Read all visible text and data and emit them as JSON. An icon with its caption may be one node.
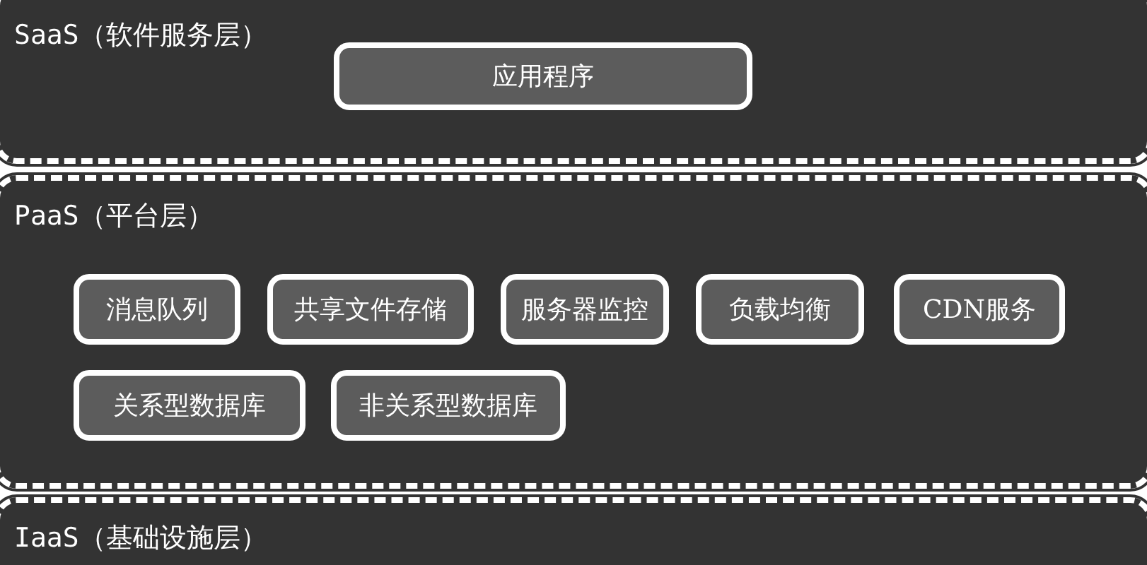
{
  "diagram": {
    "nodes": [
      {
        "text": [
          "SaaS（软件服务层）"
        ]
      },
      {
        "text": [
          "应用程序"
        ],
        "in": 0
      },
      {
        "text": [
          "PaaS（平台层）"
        ]
      },
      {
        "text": [
          "消息队列"
        ],
        "in": 2
      },
      {
        "text": [
          "共享文件存储"
        ],
        "in": 2
      },
      {
        "text": [
          "服务器监控"
        ],
        "in": 2
      },
      {
        "text": [
          "负载均衡"
        ],
        "in": 2
      },
      {
        "text": [
          "CDN服务"
        ],
        "in": 2
      },
      {
        "text": [
          "关系型数据库"
        ],
        "in": 2
      },
      {
        "text": [
          "非关系型数据库"
        ],
        "in": 2
      },
      {
        "text": [
          "IaaS（基础设施层）"
        ]
      }
    ]
  }
}
